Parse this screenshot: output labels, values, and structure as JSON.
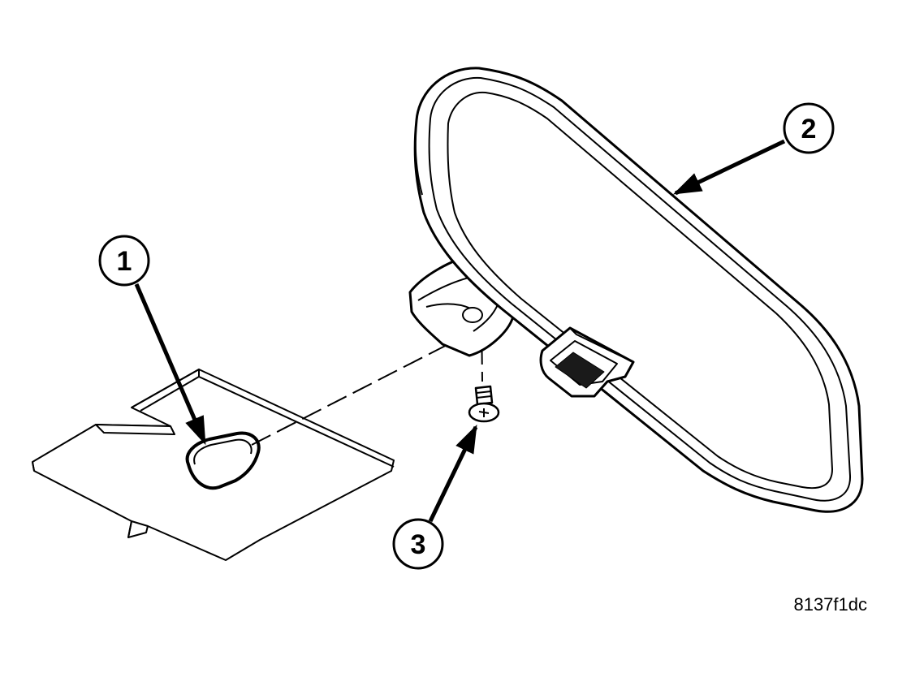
{
  "colors": {
    "ink": "#000000",
    "paper": "#ffffff",
    "shade": "#1a1a1a"
  },
  "callouts": [
    {
      "id": "1",
      "label": "1"
    },
    {
      "id": "2",
      "label": "2"
    },
    {
      "id": "3",
      "label": "3"
    }
  ],
  "figure_id": "8137f1dc"
}
